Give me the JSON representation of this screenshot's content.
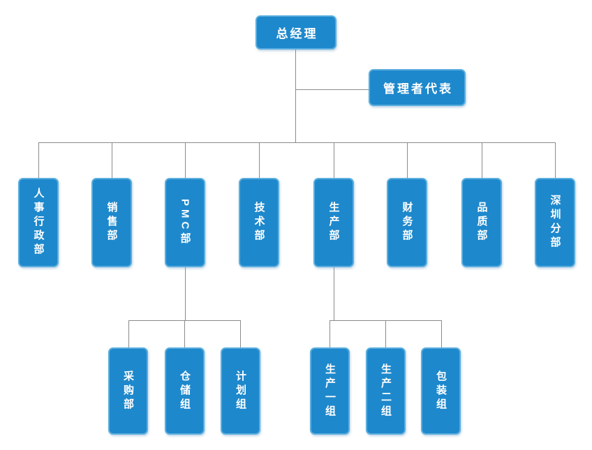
{
  "colors": {
    "box_fill": "#1e88cc",
    "box_border": "#5aaede",
    "line": "#8a8a8a",
    "text": "#ffffff",
    "background": "#ffffff"
  },
  "org_chart": {
    "root": {
      "label": "总经理"
    },
    "management_rep": {
      "label": "管理者代表"
    },
    "departments": [
      {
        "label": "人事行政部"
      },
      {
        "label": "销售部"
      },
      {
        "label": "PMC部"
      },
      {
        "label": "技术部"
      },
      {
        "label": "生产部"
      },
      {
        "label": "财务部"
      },
      {
        "label": "品质部"
      },
      {
        "label": "深圳分部"
      }
    ],
    "pmc_subgroups": [
      {
        "label": "采购部"
      },
      {
        "label": "仓储组"
      },
      {
        "label": "计划组"
      }
    ],
    "production_subgroups": [
      {
        "label": "生产一组"
      },
      {
        "label": "生产二组"
      },
      {
        "label": "包装组"
      }
    ]
  }
}
